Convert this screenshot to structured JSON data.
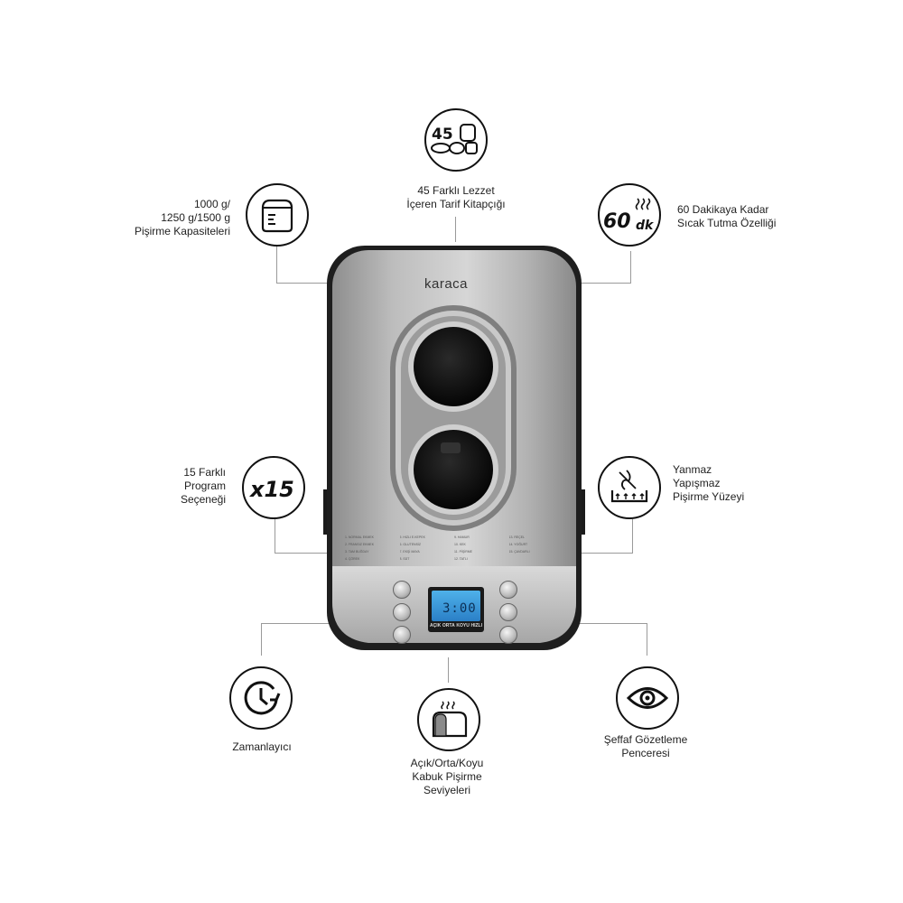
{
  "brand": "karaca",
  "features": {
    "recipes": {
      "badge": "45",
      "line1": "45 Farklı Lezzet",
      "line2": "İçeren Tarif Kitapçığı",
      "icon": "recipe-book-icon"
    },
    "capacity": {
      "line1": "1000 g/",
      "line2": "1250 g/1500 g",
      "line3": "Pişirme Kapasiteleri",
      "icon": "bread-pan-icon"
    },
    "keep_warm": {
      "badge_num": "60",
      "badge_unit": "dk",
      "line1": "60 Dakikaya Kadar",
      "line2": "Sıcak Tutma Özelliği",
      "icon": "keep-warm-icon"
    },
    "programs": {
      "badge": "x15",
      "line1": "15 Farklı",
      "line2": "Program",
      "line3": "Seçeneği",
      "icon": "programs-icon"
    },
    "nonstick": {
      "line1": "Yanmaz",
      "line2": "Yapışmaz",
      "line3": "Pişirme Yüzeyi",
      "icon": "nonstick-pan-icon"
    },
    "timer": {
      "line1": "Zamanlayıcı",
      "icon": "timer-clock-icon"
    },
    "crust": {
      "line1": "Açık/Orta/Koyu",
      "line2": "Kabuk Pişirme",
      "line3": "Seviyeleri",
      "icon": "bread-crust-icon"
    },
    "window": {
      "line1": "Şeffaf Gözetleme",
      "line2": "Penceresi",
      "icon": "eye-icon"
    }
  },
  "display": {
    "digits": "3:00",
    "crust_labels": [
      "AÇIK",
      "ORTA",
      "KOYU",
      "HIZLI"
    ]
  },
  "colors": {
    "icon_stroke": "#111111",
    "steel": "#a9a9a9",
    "lcd": "#3f9ee0"
  }
}
